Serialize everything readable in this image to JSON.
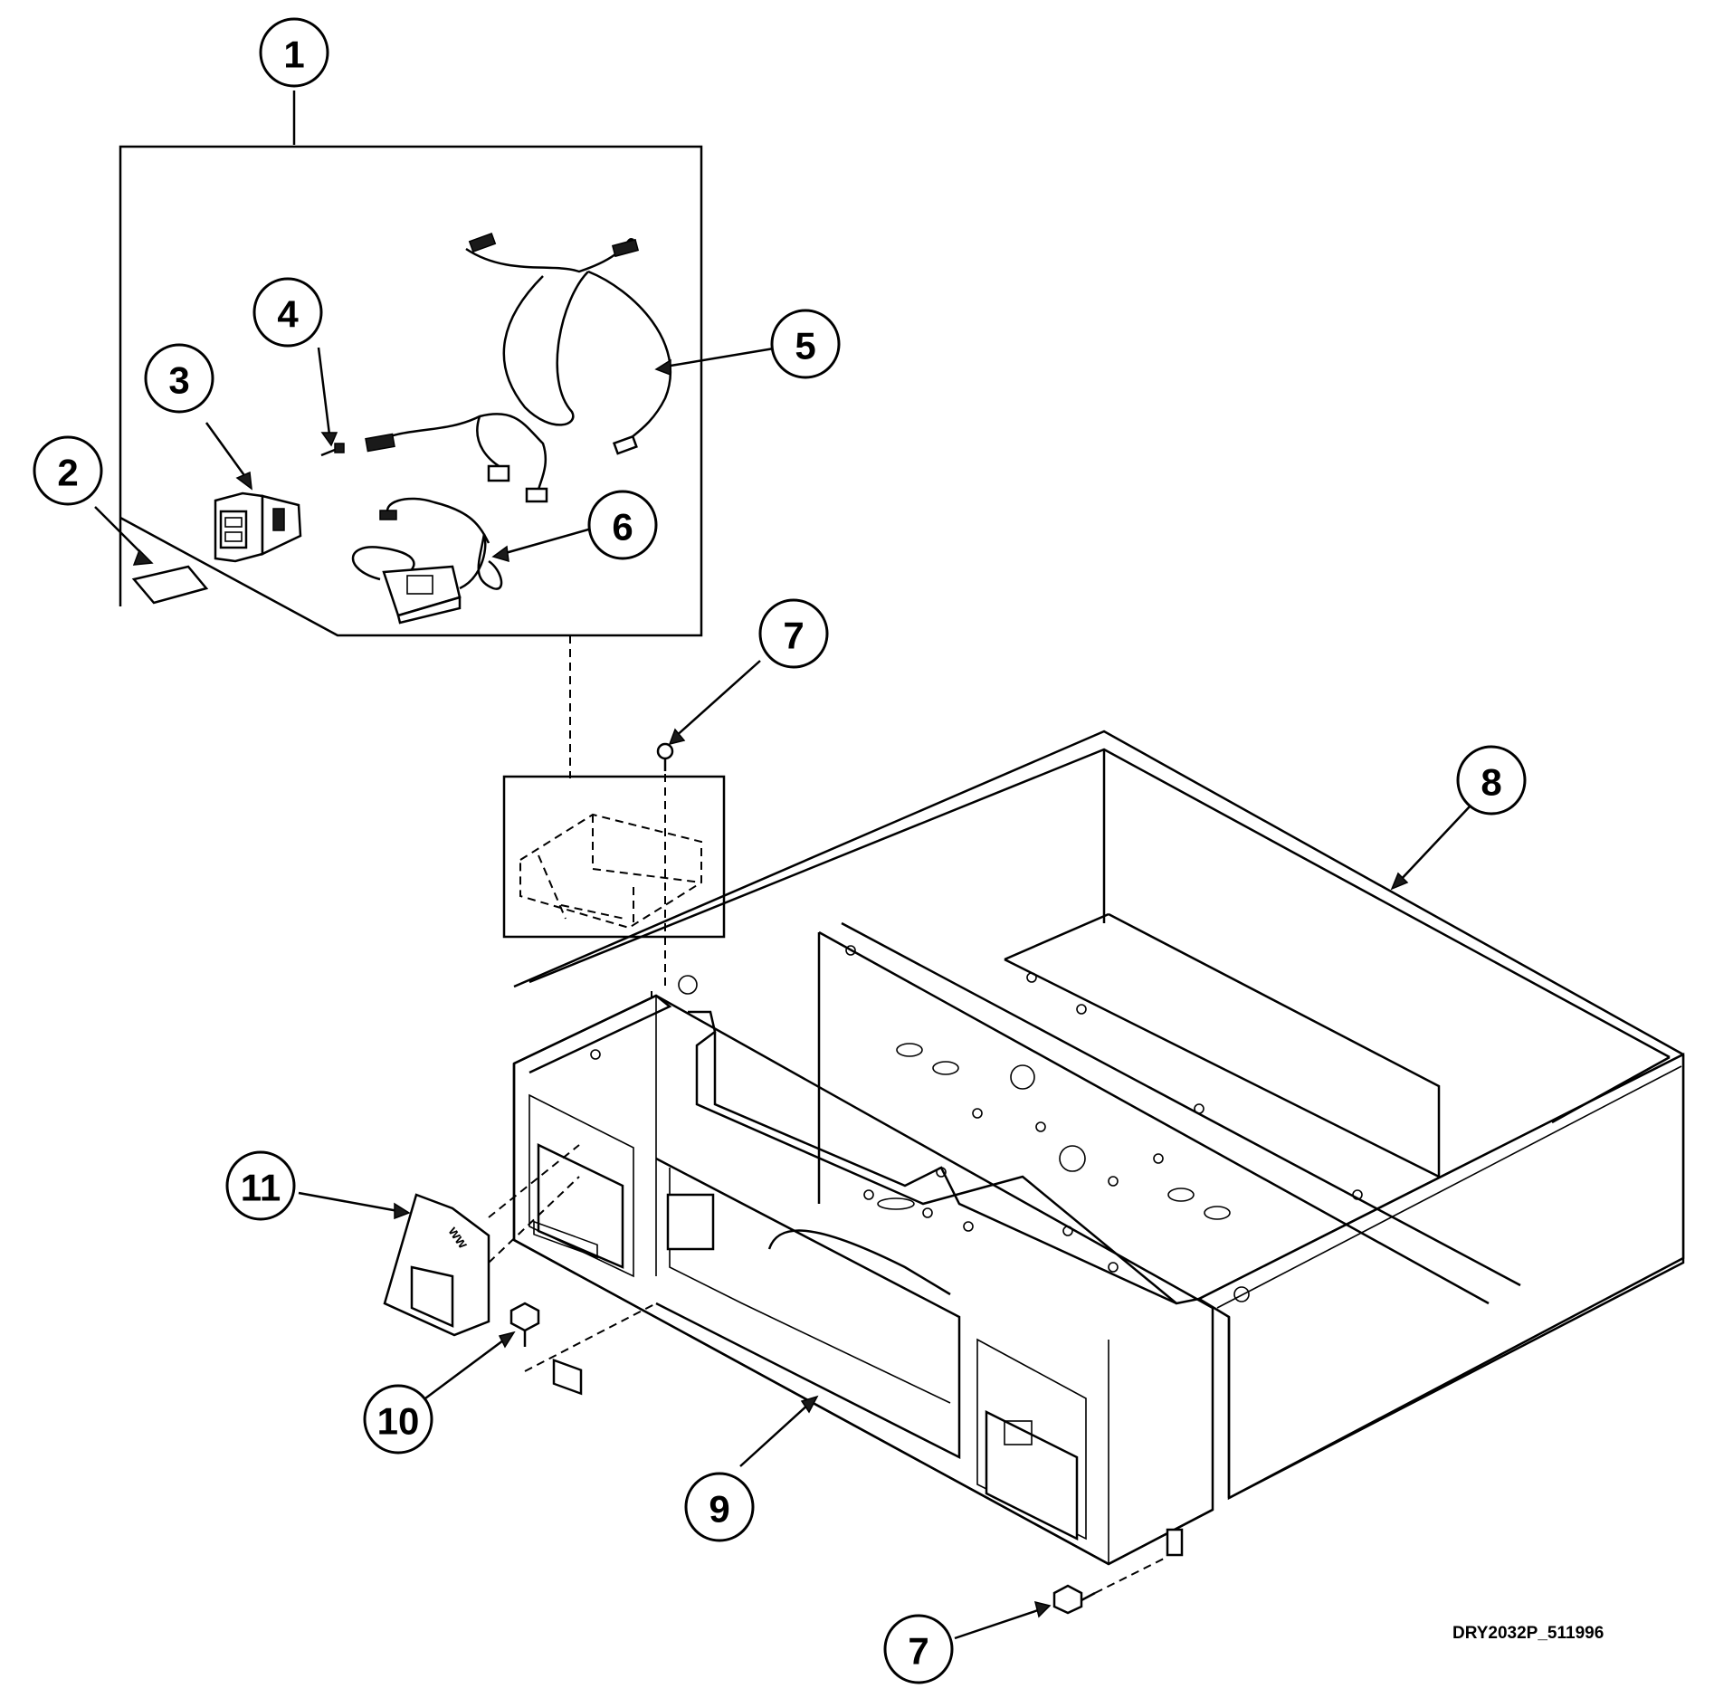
{
  "callouts": [
    {
      "id": "1",
      "label": "1"
    },
    {
      "id": "2",
      "label": "2"
    },
    {
      "id": "3",
      "label": "3"
    },
    {
      "id": "4",
      "label": "4"
    },
    {
      "id": "5",
      "label": "5"
    },
    {
      "id": "6",
      "label": "6"
    },
    {
      "id": "7a",
      "label": "7"
    },
    {
      "id": "8",
      "label": "8"
    },
    {
      "id": "11",
      "label": "11"
    },
    {
      "id": "10",
      "label": "10"
    },
    {
      "id": "9",
      "label": "9"
    },
    {
      "id": "7b",
      "label": "7"
    }
  ],
  "drawing_code": "DRY2032P_511996",
  "colors": {
    "ink": "#000000",
    "paper": "#ffffff"
  }
}
